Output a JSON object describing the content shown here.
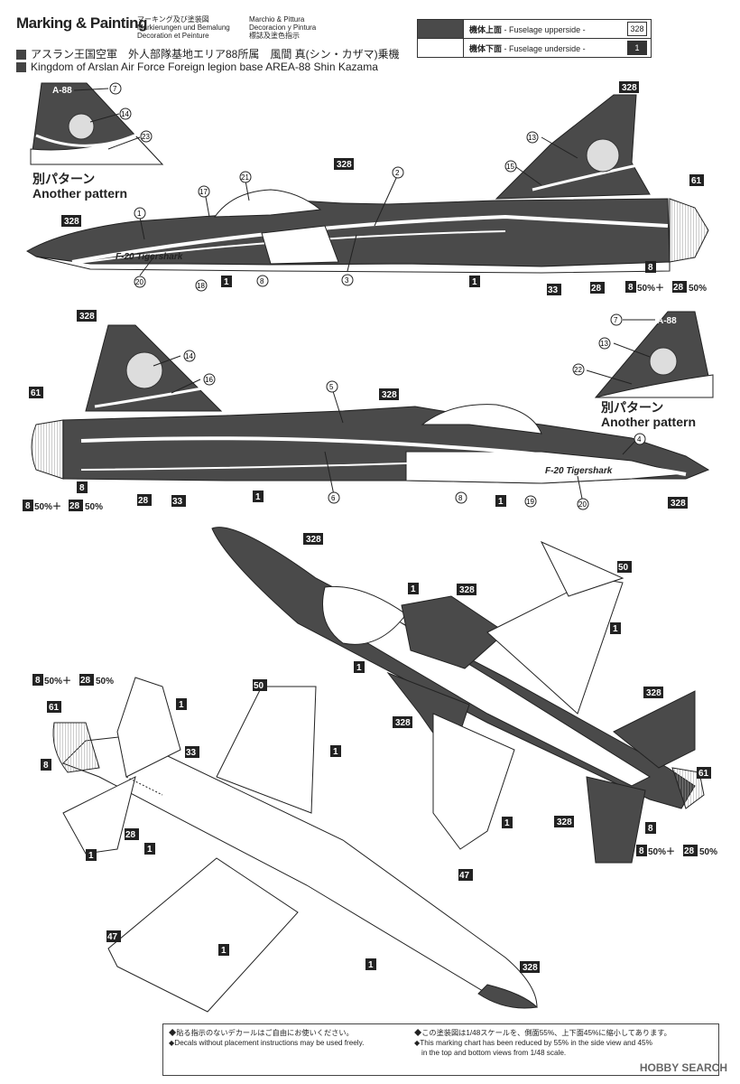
{
  "header": {
    "title": "Marking & Painting",
    "titles_multi": [
      "マーキング及び塗装図",
      "Markierungen und Bemalung",
      "Decoration et Peinture",
      "Marchio & Pittura",
      "Decoracion y Pintura",
      "標誌及塗色指示"
    ],
    "subtitle_jp": "アスラン王国空軍　外人部隊基地エリア88所属　風間 真(シン・カザマ)乗機",
    "subtitle_en": "Kingdom of Arslan Air Force Foreign legion base AREA-88 Shin Kazama"
  },
  "legend": [
    {
      "jp": "機体上面",
      "en": "- Fuselage upperside -",
      "code": "328",
      "color": "#4a4a4a"
    },
    {
      "jp": "機体下面",
      "en": "- Fuselage underside -",
      "code": "1",
      "color": "#ffffff"
    }
  ],
  "labels": {
    "another_pattern_jp": "別パターン",
    "another_pattern_en": "Another pattern",
    "fuselage_text": "F-20 Tigershark",
    "tail_code": "A-88",
    "mix_note": "50%＋",
    "mix_note2": "50%",
    "codes": {
      "c328": "328",
      "c1": "1",
      "c8": "8",
      "c28": "28",
      "c33": "33",
      "c61": "61",
      "c50": "50",
      "c47": "47"
    },
    "decals_top_left_tail": [
      "7",
      "14",
      "23"
    ],
    "decals_side1": [
      "13",
      "15",
      "21",
      "17",
      "2",
      "1",
      "3",
      "20",
      "18",
      "8"
    ],
    "decals_side2": [
      "14",
      "16",
      "5",
      "6",
      "8",
      "19",
      "20",
      "4"
    ],
    "decals_right_tail": [
      "7",
      "13",
      "22"
    ]
  },
  "footer": {
    "left_jp": "◆貼る指示のないデカールはご自由にお使いください。",
    "left_en": "◆Decals without placement instructions may be used freely.",
    "right_jp": "◆この塗装図は1/48スケールを、側面55%、上下面45%に縮小してあります。",
    "right_en1": "◆This marking chart has been reduced by 55% in the side view and 45%",
    "right_en2": "in the top and bottom views from 1/48 scale."
  },
  "watermark": "HOBBY SEARCH",
  "colors": {
    "dark": "#4a4a4a",
    "line": "#333333"
  }
}
